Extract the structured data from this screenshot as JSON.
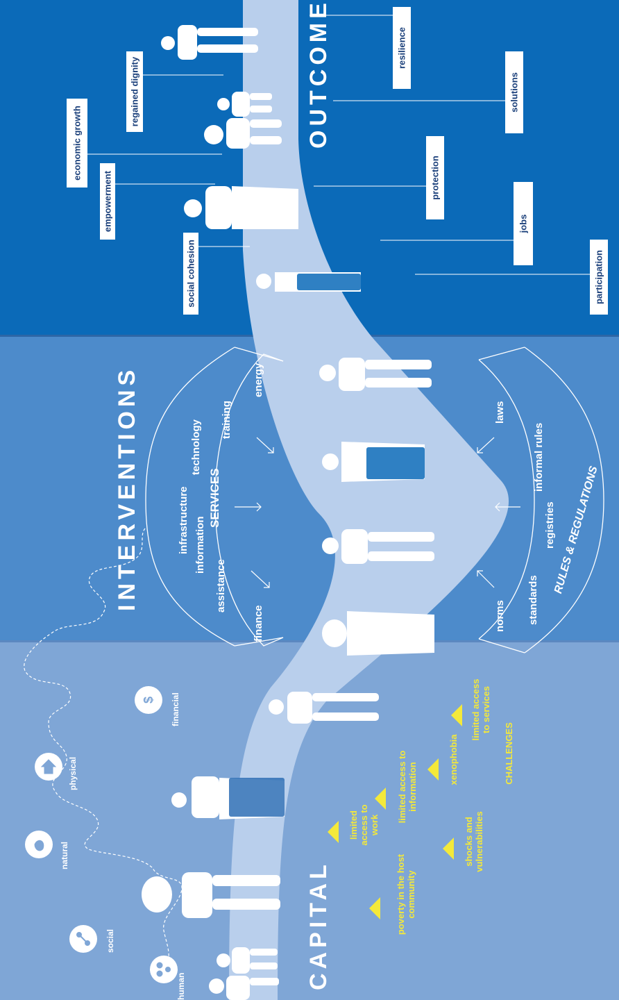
{
  "sections": {
    "capital": "CAPITAL",
    "interventions": "INTERVENTIONS",
    "outcomes": "OUTCOMES"
  },
  "capital_types": [
    "human",
    "social",
    "natural",
    "physical",
    "financial"
  ],
  "challenges": {
    "title": "CHALLENGES",
    "items": [
      "poverty in the host community",
      "limited access to work",
      "shocks and vulnerabilities",
      "limited access to information",
      "xenophobia",
      "limited access to services"
    ]
  },
  "services": {
    "title": "SERVICES",
    "outer": [
      "finance",
      "assistance",
      "infrastructure",
      "technology",
      "training",
      "energy"
    ],
    "inner": [
      "information"
    ]
  },
  "rules": {
    "title": "RULES & REGULATIONS",
    "items": [
      "norms",
      "standards",
      "registries",
      "informal rules",
      "laws"
    ]
  },
  "outcomes": {
    "left": [
      "social cohesion",
      "empowerment",
      "economic growth",
      "regained dignity"
    ],
    "right": [
      "participation",
      "jobs",
      "protection",
      "solutions",
      "resilience"
    ]
  },
  "colors": {
    "capital_bg": "#7fa6d6",
    "interventions_bg": "#4d8bcb",
    "outcomes_bg": "#0b6ab8",
    "river": "#b9cfec",
    "warning": "#f4e93a"
  }
}
